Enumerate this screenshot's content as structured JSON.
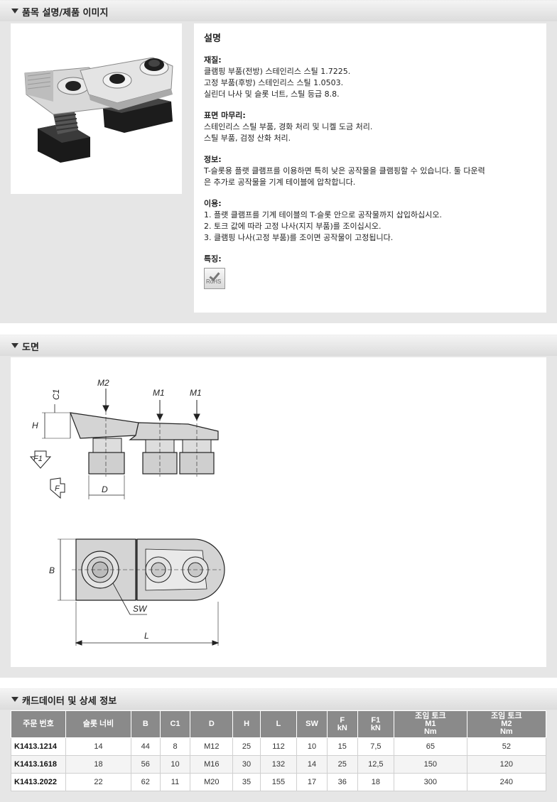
{
  "sections": {
    "description": {
      "title": "품목 설명/제품 이미지"
    },
    "drawing": {
      "title": "도면"
    },
    "cad": {
      "title": "캐드데이터 및 상세 정보"
    }
  },
  "description": {
    "heading": "설명",
    "material": {
      "label": "재질:",
      "lines": [
        "클램핑 부품(전방) 스테인리스 스틸 1.7225.",
        "고정 부품(후방) 스테인리스 스틸 1.0503.",
        "실린더 나사 및 슬롯 너트, 스틸 등급 8.8."
      ]
    },
    "finish": {
      "label": "표면 마무리:",
      "lines": [
        "스테인리스 스틸 부품, 경화 처리 및 니켈 도금 처리.",
        "스틸 부품, 검정 산화 처리."
      ]
    },
    "info": {
      "label": "정보:",
      "lines": [
        "T-슬롯용 플랫 클램프를 이용하면 특히 낮은 공작물을 클램핑할 수 있습니다. 툴 다운력",
        "은 추가로 공작물을 기계 테이블에 압착합니다."
      ]
    },
    "usage": {
      "label": "이용:",
      "lines": [
        "1. 플랫 클램프를 기계 테이블의 T-슬롯 안으로 공작물까지 삽입하십시오.",
        "2. 토크 값에 따라 고정 나사(지지 부품)를 조이십시오.",
        "3. 클램핑 나사(고정 부품)를 조이면 공작물이 고정됩니다."
      ]
    },
    "features": {
      "label": "특징:",
      "rohs": "RoHS"
    }
  },
  "drawing_labels": {
    "m2": "M2",
    "m1a": "M1",
    "m1b": "M1",
    "c1": "C1",
    "h": "H",
    "f1": "F1",
    "f": "F",
    "d": "D",
    "b": "B",
    "sw": "SW",
    "l": "L"
  },
  "table": {
    "headers": [
      [
        "주문 번호"
      ],
      [
        "슬롯 너비"
      ],
      [
        "B"
      ],
      [
        "C1"
      ],
      [
        "D"
      ],
      [
        "H"
      ],
      [
        "L"
      ],
      [
        "SW"
      ],
      [
        "F",
        "kN"
      ],
      [
        "F1",
        "kN"
      ],
      [
        "조임 토크",
        "M1",
        "Nm"
      ],
      [
        "조임 토크",
        "M2",
        "Nm"
      ]
    ],
    "rows": [
      [
        "K1413.1214",
        "14",
        "44",
        "8",
        "M12",
        "25",
        "112",
        "10",
        "15",
        "7,5",
        "65",
        "52"
      ],
      [
        "K1413.1618",
        "18",
        "56",
        "10",
        "M16",
        "30",
        "132",
        "14",
        "25",
        "12,5",
        "150",
        "120"
      ],
      [
        "K1413.2022",
        "22",
        "62",
        "11",
        "M20",
        "35",
        "155",
        "17",
        "36",
        "18",
        "300",
        "240"
      ]
    ]
  }
}
